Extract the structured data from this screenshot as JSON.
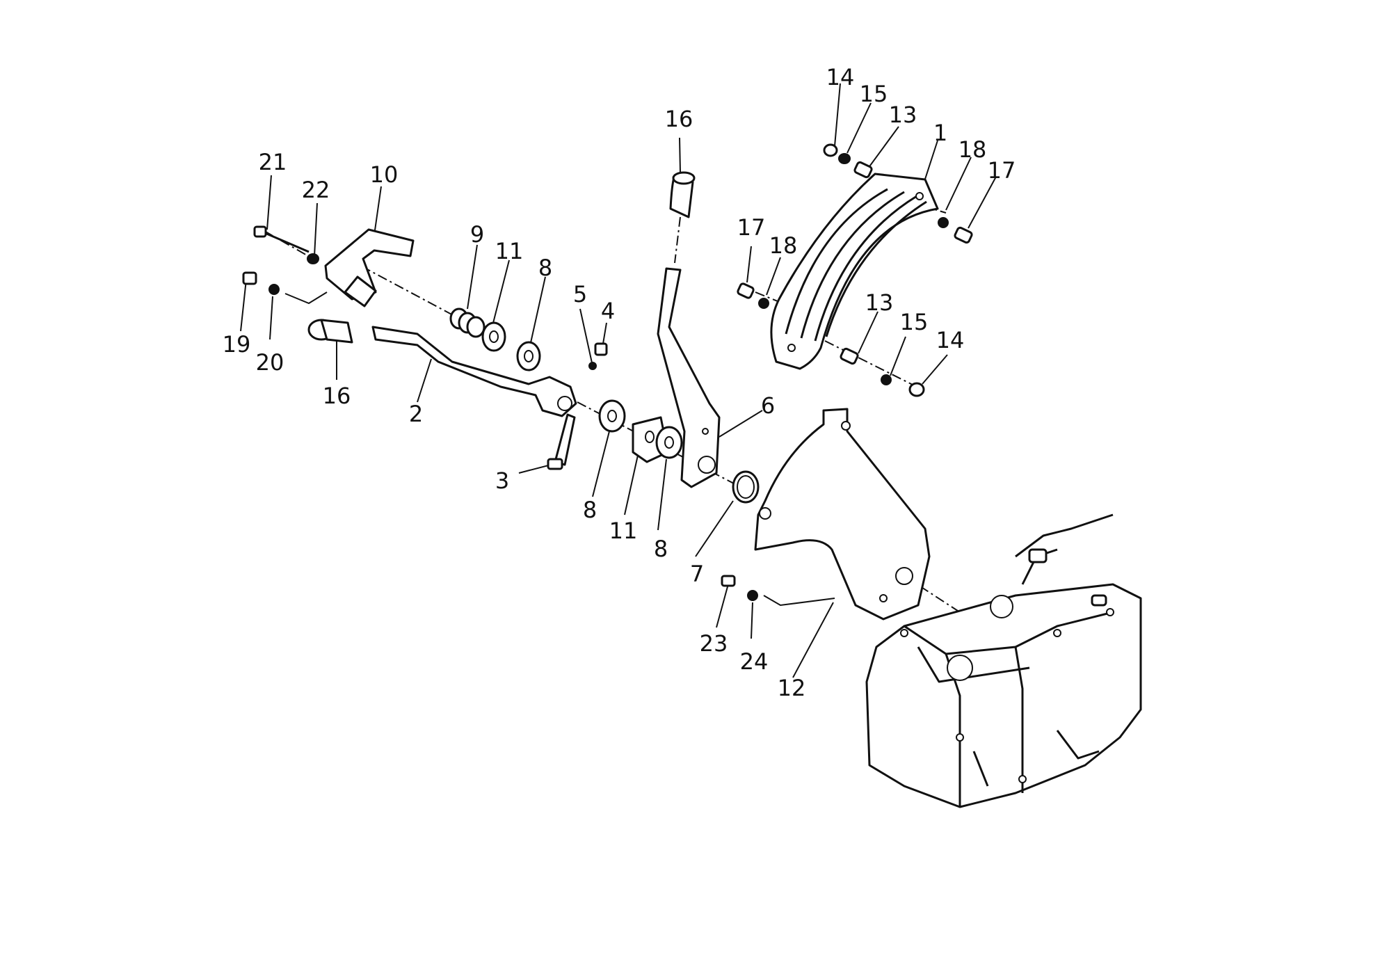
{
  "diagram": {
    "callouts": [
      {
        "id": "c-14a",
        "label": "14"
      },
      {
        "id": "c-15a",
        "label": "15"
      },
      {
        "id": "c-13a",
        "label": "13"
      },
      {
        "id": "c-1",
        "label": "1"
      },
      {
        "id": "c-18a",
        "label": "18"
      },
      {
        "id": "c-17a",
        "label": "17"
      },
      {
        "id": "c-16a",
        "label": "16"
      },
      {
        "id": "c-21",
        "label": "21"
      },
      {
        "id": "c-22",
        "label": "22"
      },
      {
        "id": "c-10",
        "label": "10"
      },
      {
        "id": "c-9",
        "label": "9"
      },
      {
        "id": "c-11a",
        "label": "11"
      },
      {
        "id": "c-8a",
        "label": "8"
      },
      {
        "id": "c-5",
        "label": "5"
      },
      {
        "id": "c-4",
        "label": "4"
      },
      {
        "id": "c-17b",
        "label": "17"
      },
      {
        "id": "c-18b",
        "label": "18"
      },
      {
        "id": "c-13b",
        "label": "13"
      },
      {
        "id": "c-15b",
        "label": "15"
      },
      {
        "id": "c-14b",
        "label": "14"
      },
      {
        "id": "c-19",
        "label": "19"
      },
      {
        "id": "c-20",
        "label": "20"
      },
      {
        "id": "c-16b",
        "label": "16"
      },
      {
        "id": "c-2",
        "label": "2"
      },
      {
        "id": "c-6",
        "label": "6"
      },
      {
        "id": "c-3",
        "label": "3"
      },
      {
        "id": "c-8b",
        "label": "8"
      },
      {
        "id": "c-11b",
        "label": "11"
      },
      {
        "id": "c-8c",
        "label": "8"
      },
      {
        "id": "c-7",
        "label": "7"
      },
      {
        "id": "c-23",
        "label": "23"
      },
      {
        "id": "c-24",
        "label": "24"
      },
      {
        "id": "c-12",
        "label": "12"
      }
    ]
  }
}
